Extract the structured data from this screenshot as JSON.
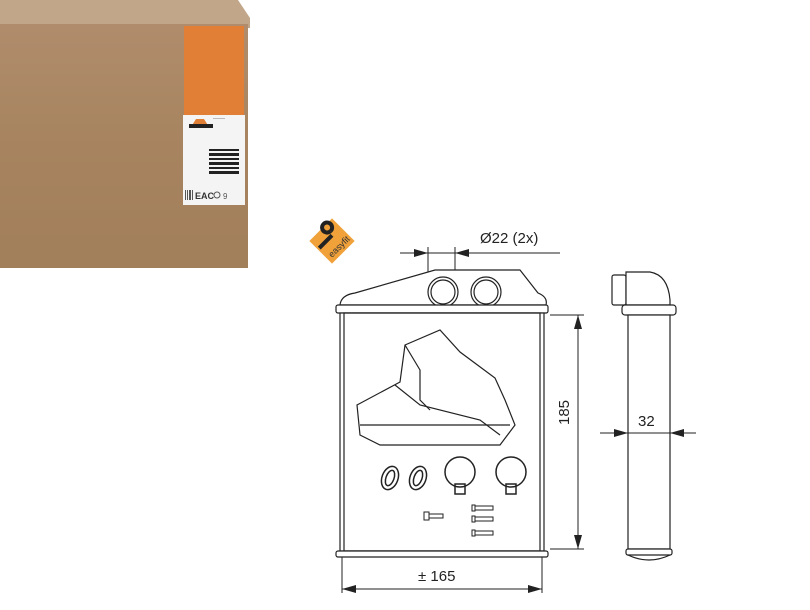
{
  "product": {
    "type": "heater core drawing",
    "brand_label": "NRF",
    "badge": "easyfit",
    "colors": {
      "accent_orange": "#e07f35",
      "cardboard": "#a9865f",
      "line": "#222222"
    }
  },
  "dimensions": {
    "pipe_diameter": "Ø22 (2x)",
    "height": "185",
    "depth": "32",
    "width": "± 165"
  },
  "box_label": {
    "logo": "NRF",
    "certifications": [
      "EAC",
      "recycle-icon",
      "info-icon"
    ]
  }
}
